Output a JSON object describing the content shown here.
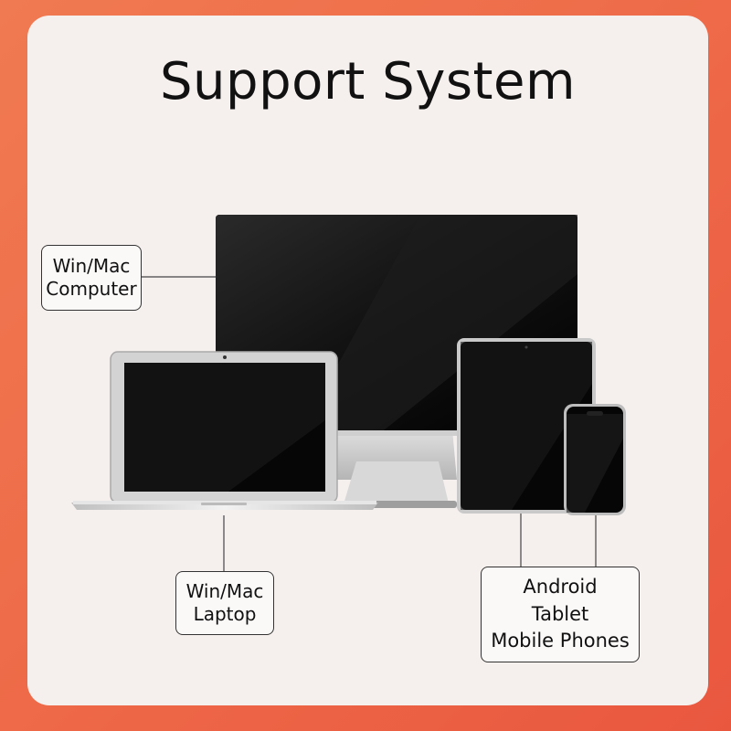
{
  "title": "Support System",
  "labels": {
    "computer": [
      "Win/Mac",
      "Computer"
    ],
    "laptop": [
      "Win/Mac",
      "Laptop"
    ],
    "mobile": [
      "Android",
      "Tablet",
      "Mobile Phones"
    ]
  },
  "colors": {
    "background": "#ee6a48",
    "card": "#f5f0ee",
    "screen": "#050505",
    "silver": "#d9d9d9"
  }
}
